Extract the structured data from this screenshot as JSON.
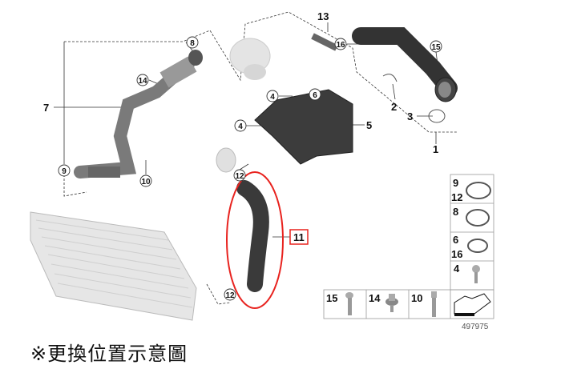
{
  "diagram": {
    "callouts": {
      "c13": "13",
      "c16": "16",
      "c15": "15",
      "c2": "2",
      "c3": "3",
      "c1": "1",
      "c8": "8",
      "c14": "14",
      "c7": "7",
      "c4a": "4",
      "c6": "6",
      "c5": "5",
      "c4b": "4",
      "c9": "9",
      "c10": "10",
      "c12a": "12",
      "c11": "11",
      "c12b": "12"
    },
    "legend": {
      "ring_9": "9",
      "ring_12": "12",
      "ring_8": "8",
      "ring_6": "6",
      "ring_16": "16",
      "bolt_4": "4",
      "bolt_15": "15",
      "bolt_14": "14",
      "bolt_10": "10"
    },
    "part_number": "497975",
    "highlight_color": "#e8231f"
  },
  "footer": {
    "caption": "※更換位置示意圖"
  }
}
